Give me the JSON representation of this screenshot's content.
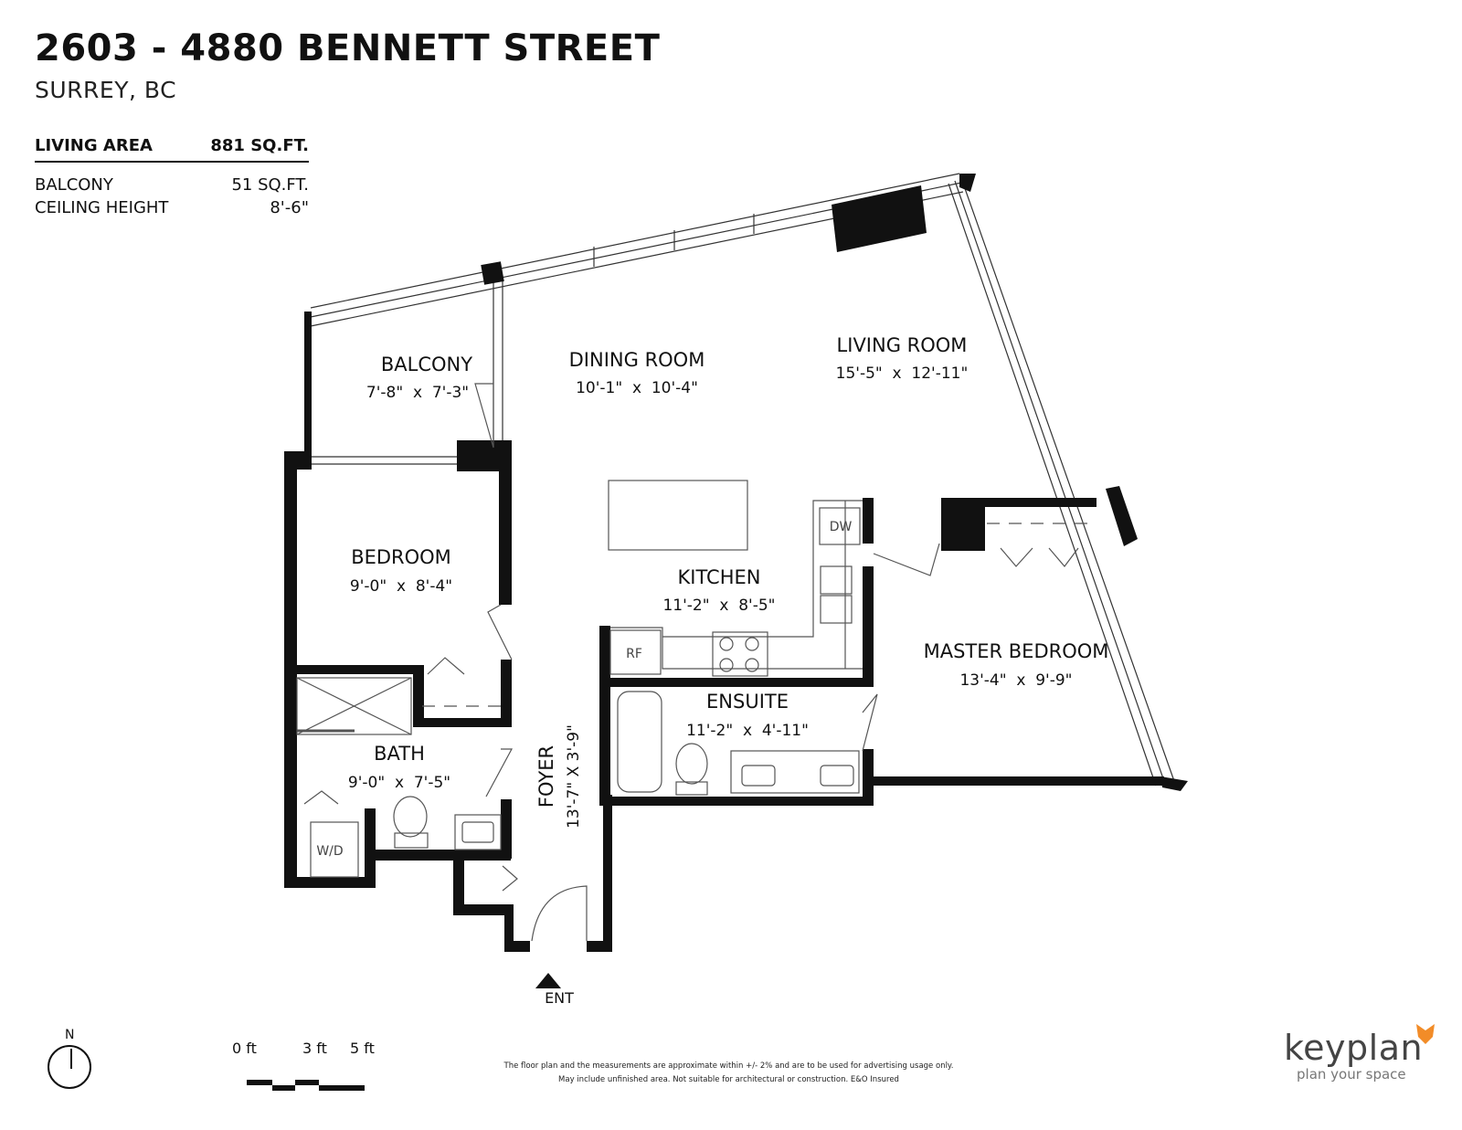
{
  "header": {
    "title": "2603 - 4880 BENNETT STREET",
    "subtitle": "SURREY, BC"
  },
  "stats": [
    {
      "label": "LIVING AREA",
      "value": "881 SQ.FT."
    },
    {
      "label": "BALCONY",
      "value": "51 SQ.FT."
    },
    {
      "label": "CEILING HEIGHT",
      "value": "8'-6\""
    }
  ],
  "rooms": {
    "balcony": {
      "name": "BALCONY",
      "dims": "7'-8\"  x  7'-3\""
    },
    "dining": {
      "name": "DINING ROOM",
      "dims": "10'-1\"  x  10'-4\""
    },
    "living": {
      "name": "LIVING ROOM",
      "dims": "15'-5\"  x  12'-11\""
    },
    "bedroom": {
      "name": "BEDROOM",
      "dims": "9'-0\"  x  8'-4\""
    },
    "kitchen": {
      "name": "KITCHEN",
      "dims": "11'-2\"  x  8'-5\""
    },
    "master": {
      "name": "MASTER BEDROOM",
      "dims": "13'-4\"  x  9'-9\""
    },
    "ensuite": {
      "name": "ENSUITE",
      "dims": "11'-2\"  x  4'-11\""
    },
    "bath": {
      "name": "BATH",
      "dims": "9'-0\"  x  7'-5\""
    },
    "foyer": {
      "name": "FOYER",
      "dims": "13'-7\" X 3'-9\""
    }
  },
  "fixtures": {
    "dw": "DW",
    "rf": "RF",
    "wd": "W/D",
    "entry": "ENT"
  },
  "compass": {
    "label": "N"
  },
  "scale": {
    "labels": [
      "0 ft",
      "3 ft",
      "5 ft"
    ]
  },
  "disclaimer": {
    "line1": "The floor plan and the measurements are approximate within +/- 2% and are to be used for advertising usage only.",
    "line2": "May include unfinished area. Not suitable for architectural or construction. E&O Insured"
  },
  "brand": {
    "name": "keyplan",
    "tagline": "plan your space",
    "accent_color": "#f28c28"
  }
}
